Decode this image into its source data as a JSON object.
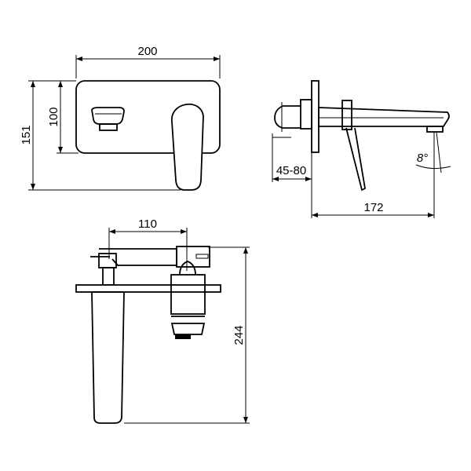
{
  "dimensions": {
    "front_width": "200",
    "front_height_total": "151",
    "front_plate_height": "100",
    "side_wall_depth": "45-80",
    "side_spout_reach": "172",
    "side_spout_angle": "8°",
    "top_center_distance": "110",
    "top_total_length": "244"
  }
}
